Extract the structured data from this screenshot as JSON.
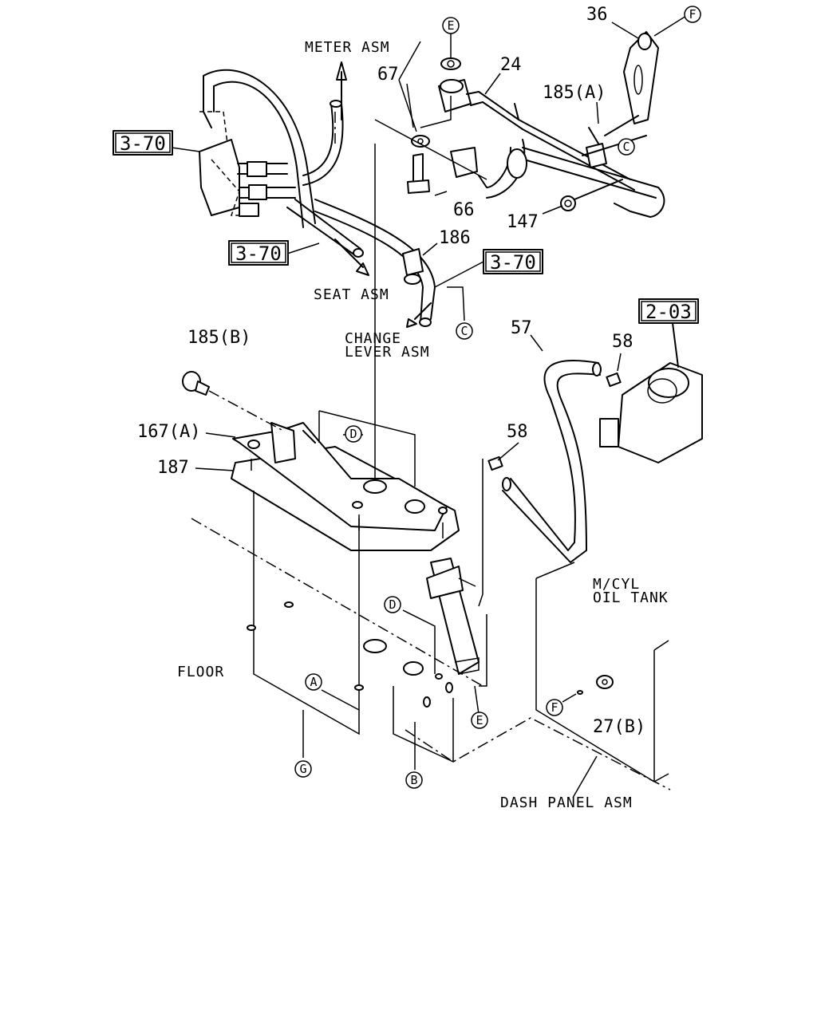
{
  "captions": {
    "meter_asm": "METER ASM",
    "seat_asm": "SEAT ASM",
    "change_lever_1": "CHANGE",
    "change_lever_2": "LEVER ASM",
    "mcyl_1": "M/CYL",
    "mcyl_2": "OIL TANK",
    "floor": "FLOOR",
    "dash_panel_asm": "DASH PANEL ASM"
  },
  "part_numbers": {
    "p36": "36",
    "p67": "67",
    "p24": "24",
    "p185a": "185(A)",
    "p66": "66",
    "p147": "147",
    "p186": "186",
    "p57": "57",
    "p58a": "58",
    "p58b": "58",
    "p185b": "185(B)",
    "p167a": "167(A)",
    "p187": "187",
    "p27b": "27(B)"
  },
  "reference_boxes": {
    "r370_a": "3-70",
    "r370_b": "3-70",
    "r370_c": "3-70",
    "r203": "2-03"
  },
  "callouts": {
    "E_top": "E",
    "F_top": "F",
    "C_pipe": "C",
    "C_lever": "C",
    "D_plate": "D",
    "D_floor": "D",
    "A": "A",
    "G": "G",
    "B": "B",
    "E_bottom": "E",
    "F_bottom": "F"
  }
}
